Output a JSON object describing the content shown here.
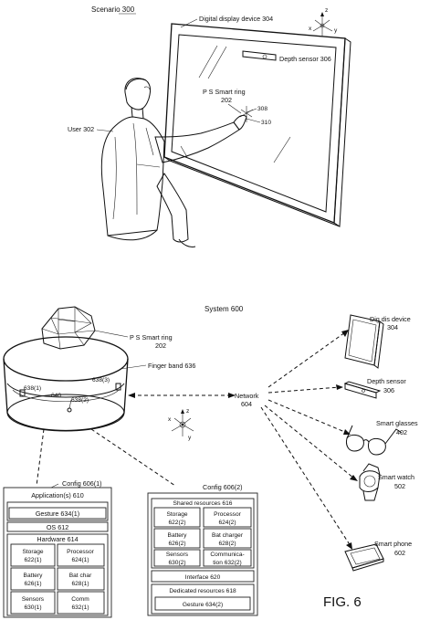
{
  "scenario": {
    "title": "Scenario 300",
    "display_label": "Digital display device 304",
    "depth_sensor_label": "Depth sensor 306",
    "ring_label_line1": "P S Smart ring",
    "ring_label_line2": "202",
    "ref_308": "308",
    "ref_310": "310",
    "user_label": "User 302",
    "axes": {
      "z": "z",
      "x": "x",
      "y": "y"
    }
  },
  "system": {
    "title": "System 600",
    "ring_label_line1": "P S Smart ring",
    "ring_label_line2": "202",
    "finger_band": "Finger band 636",
    "ref_638_1": "638(1)",
    "ref_638_2": "638(2)",
    "ref_638_3": "638(3)",
    "ref_640": "640",
    "network_line1": "Network",
    "network_line2": "604",
    "axes": {
      "z": "z",
      "x": "x",
      "y": "y"
    },
    "devices": [
      {
        "line1": "Dig dis device",
        "line2": "304"
      },
      {
        "line1": "Depth sensor",
        "line2": "306"
      },
      {
        "line1": "Smart glasses",
        "line2": "402"
      },
      {
        "line1": "Smart watch",
        "line2": "502"
      },
      {
        "line1": "Smart phone",
        "line2": "602"
      }
    ],
    "config1": {
      "title": "Config 606(1)",
      "applications": "Application(s) 610",
      "gesture": "Gesture 634(1)",
      "os": "OS 612",
      "hardware": "Hardware 614",
      "cells": [
        {
          "line1": "Storage",
          "line2": "622(1)"
        },
        {
          "line1": "Processor",
          "line2": "624(1)"
        },
        {
          "line1": "Battery",
          "line2": "626(1)"
        },
        {
          "line1": "Bat char",
          "line2": "628(1)"
        },
        {
          "line1": "Sensors",
          "line2": "630(1)"
        },
        {
          "line1": "Comm",
          "line2": "632(1)"
        }
      ]
    },
    "config2": {
      "title": "Config 606(2)",
      "shared": "Shared resources 616",
      "cells": [
        {
          "line1": "Storage",
          "line2": "622(2)"
        },
        {
          "line1": "Processor",
          "line2": "624(2)"
        },
        {
          "line1": "Battery",
          "line2": "626(2)"
        },
        {
          "line1": "Bat charger",
          "line2": "628(2)"
        },
        {
          "line1": "Sensors",
          "line2": "630(2)"
        },
        {
          "line1": "Communica-",
          "line2": "tion 632(2)"
        }
      ],
      "interface": "Interface 620",
      "dedicated": "Dedicated resources 618",
      "gesture": "Gesture 634(2)"
    },
    "figure": "FIG. 6"
  }
}
